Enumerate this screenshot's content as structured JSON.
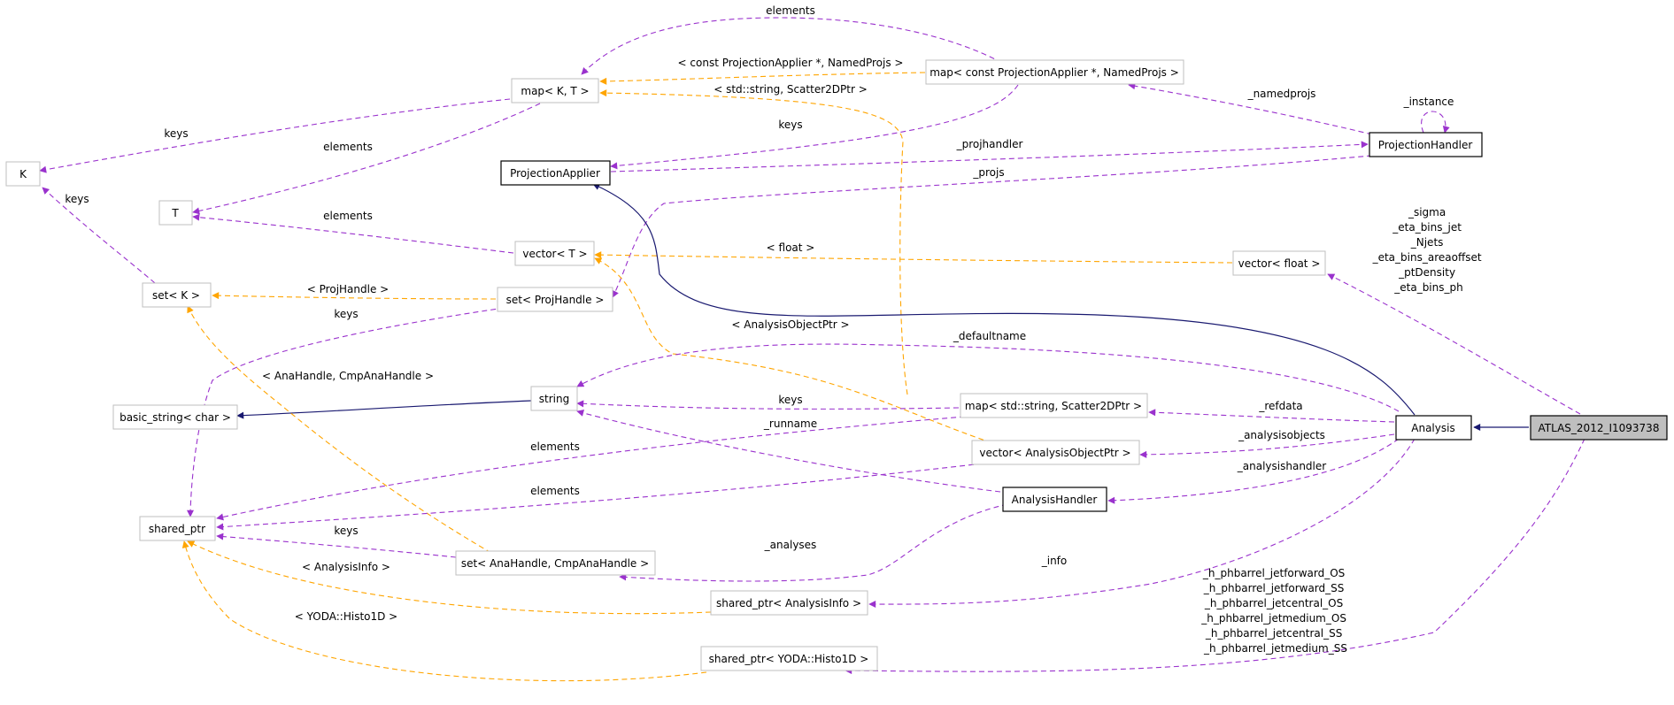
{
  "colors": {
    "usage_edge": "#9a32cd",
    "template_edge": "#ffa500",
    "inheritance_edge": "#191970",
    "focus_fill": "#bfbfbf"
  },
  "nodes": {
    "atlas": "ATLAS_2012_I1093738",
    "analysis": "Analysis",
    "analysis_handler": "AnalysisHandler",
    "projection_handler": "ProjectionHandler",
    "projection_applier": "ProjectionApplier",
    "map_kt": "map< K, T >",
    "map_cpa": "map< const ProjectionApplier *, NamedProjs >",
    "map_scatter": "map< std::string, Scatter2DPtr >",
    "k": "K",
    "t": "T",
    "vector_t": "vector< T >",
    "vector_float": "vector< float >",
    "set_k": "set< K >",
    "set_projhandle": "set< ProjHandle >",
    "string": "string",
    "basic_string": "basic_string< char >",
    "vector_aop": "vector< AnalysisObjectPtr >",
    "shared_ptr": "shared_ptr",
    "set_anahandle": "set< AnaHandle, CmpAnaHandle >",
    "shared_ptr_info": "shared_ptr< AnalysisInfo >",
    "shared_ptr_histo": "shared_ptr< YODA::Histo1D >"
  },
  "edge_labels": {
    "map_cpa_elements": "elements",
    "map_cpa_template": "< const ProjectionApplier *, NamedProjs >",
    "map_scatter_template": "< std::string, Scatter2DPtr >",
    "map_kt_keys": "keys",
    "map_kt_elements": "elements",
    "namedprojs": "_namedprojs",
    "instance": "_instance",
    "map_cpa_keys": "keys",
    "projhandler": "_projhandler",
    "projs": "_projs",
    "set_k_keys": "keys",
    "vector_t_elements": "elements",
    "float_template": "< float >",
    "projhandle_template": "< ProjHandle >",
    "projhandle_keys": "keys",
    "aop_template": "< AnalysisObjectPtr >",
    "defaultname": "_defaultname",
    "anahandle_template": "< AnaHandle, CmpAnaHandle >",
    "scatter_keys": "keys",
    "refdata": "_refdata",
    "runname": "_runname",
    "scatter_elements": "elements",
    "analysisobjects": "_analysisobjects",
    "aop_elements": "elements",
    "analysishandler": "_analysishandler",
    "anahandle_keys": "keys",
    "analyses": "_analyses",
    "info": "_info",
    "info_template": "< AnalysisInfo >",
    "histo_template": "< YODA::Histo1D >"
  },
  "vector_float_members": [
    "_sigma",
    "_eta_bins_jet",
    "_Njets",
    "_eta_bins_areaoffset",
    "_ptDensity",
    "_eta_bins_ph"
  ],
  "histo_members": [
    "_h_phbarrel_jetforward_OS",
    "_h_phbarrel_jetforward_SS",
    "_h_phbarrel_jetcentral_OS",
    "_h_phbarrel_jetmedium_OS",
    "_h_phbarrel_jetcentral_SS",
    "_h_phbarrel_jetmedium_SS"
  ]
}
